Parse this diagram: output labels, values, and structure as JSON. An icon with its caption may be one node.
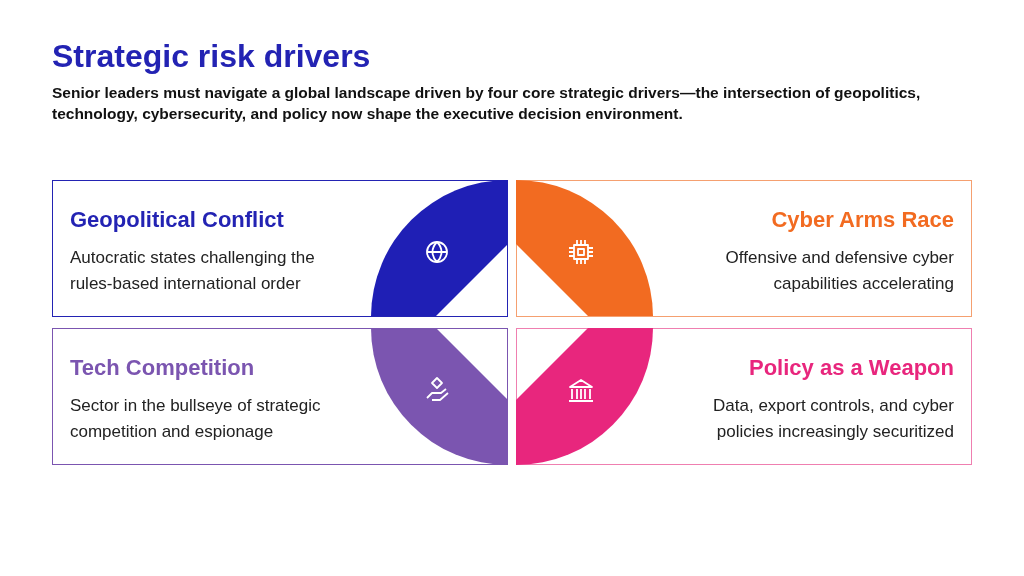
{
  "diagram": {
    "title": "Strategic risk drivers",
    "nodes": [
      {
        "text": [
          "Geopolitical Conflict",
          "Autocratic states challenging the rules-based international order"
        ]
      },
      {
        "text": [
          "Cyber Arms Race",
          "Offensive and defensive cyber capabilities accelerating"
        ]
      },
      {
        "text": [
          "Tech Competition",
          "Sector in the bullseye of strategic competition and espionage"
        ]
      },
      {
        "text": [
          "Policy as a Weapon",
          "Data, export controls, and cyber policies increasingly securitized"
        ]
      }
    ],
    "labels": [
      "Senior leaders must navigate a global landscape driven by four core strategic drivers—the intersection of geopolitics, technology, cybersecurity, and policy now shape the executive decision environment."
    ]
  }
}
